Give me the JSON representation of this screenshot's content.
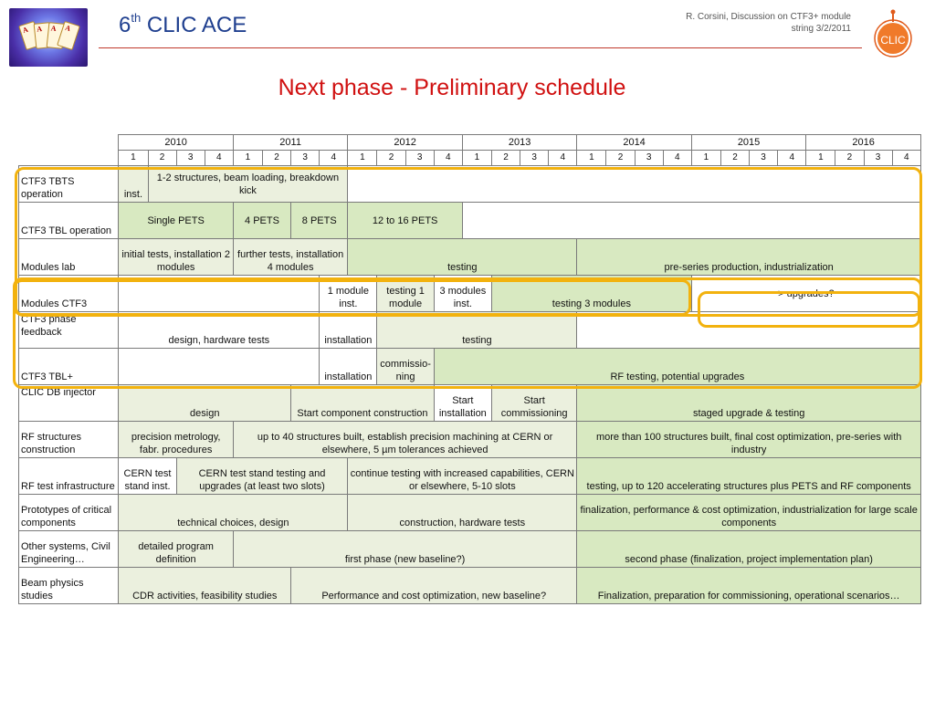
{
  "header": {
    "title_main": "6",
    "title_sup": "th",
    "title_rest": " CLIC ACE",
    "author_line1": "R. Corsini, Discussion on CTF3+ module",
    "author_line2": "string  3/2/2011",
    "logo_text": "CLIC",
    "logo_cards": [
      "A",
      "A",
      "A",
      "A"
    ]
  },
  "slide_title": "Next phase - Preliminary schedule",
  "years": [
    "2010",
    "2011",
    "2012",
    "2013",
    "2014",
    "2015",
    "2016"
  ],
  "quarters": [
    "1",
    "2",
    "3",
    "4"
  ],
  "rows": {
    "tbts": {
      "label": "CTF3 TBTS operation",
      "c1": "inst.",
      "c2": "1-2 structures, beam loading, breakdown kick"
    },
    "tbl": {
      "label": "CTF3 TBL operation",
      "c1": "Single PETS",
      "c2": "4 PETS",
      "c3": "8 PETS",
      "c4": "12 to 16 PETS"
    },
    "modlab": {
      "label": "Modules lab",
      "c1": "initial tests, installation 2 modules",
      "c2": "further tests, installation 4 modules",
      "c3": "testing",
      "c4": "pre-series production, industrialization"
    },
    "modctf3": {
      "label": "Modules CTF3",
      "c1": "1 module inst.",
      "c2": "testing 1 module",
      "c3": "3 modules inst.",
      "c4": "testing 3 modules",
      "c5": "> upgrades?"
    },
    "phasefb": {
      "label": "CTF3 phase feedback",
      "c1": "design, hardware tests",
      "c2": "installation",
      "c3": "testing"
    },
    "tblplus": {
      "label": "CTF3 TBL+",
      "c1": "installation",
      "c2": "commissio-ning",
      "c3": "RF testing, potential upgrades"
    },
    "dbinj": {
      "label": "CLIC DB injector",
      "c1": "design",
      "c2": "Start component construction",
      "c3": "Start installation",
      "c4": "Start commissioning",
      "c5": "staged upgrade & testing"
    },
    "rfstruct": {
      "label": "RF structures construction",
      "c1": "precision metrology, fabr. procedures",
      "c2": "up to 40 structures built, establish precision machining at CERN or elsewhere, 5 µm tolerances achieved",
      "c3": "more than 100 structures built, final cost optimization, pre-series with industry"
    },
    "rftest": {
      "label": "RF test infrastructure",
      "c1": "CERN test stand inst.",
      "c2": "CERN test stand testing and upgrades (at least two slots)",
      "c3": "continue testing with increased capabilities, CERN or elsewhere, 5-10 slots",
      "c4": "testing, up to 120 accelerating structures plus PETS and RF components"
    },
    "proto": {
      "label": "Prototypes of critical components",
      "c1": "technical choices, design",
      "c2": "construction, hardware tests",
      "c3": "finalization, performance & cost optimization, industrialization for large scale components"
    },
    "other": {
      "label": "Other systems, Civil Engineering…",
      "c1": "detailed program definition",
      "c2": "first phase (new baseline?)",
      "c3": "second phase (finalization, project implementation plan)"
    },
    "beam": {
      "label": "Beam physics studies",
      "c1": "CDR activities, feasibility studies",
      "c2": "Performance and cost optimization, new baseline?",
      "c3": "Finalization, preparation for commissioning, operational scenarios…"
    }
  },
  "colors": {
    "title_blue": "#1f3f8f",
    "slide_title_red": "#d01010",
    "green_fill": "#d8e9c1",
    "light_green_fill": "#ebf0de",
    "highlight_orange": "#f2b20e"
  }
}
